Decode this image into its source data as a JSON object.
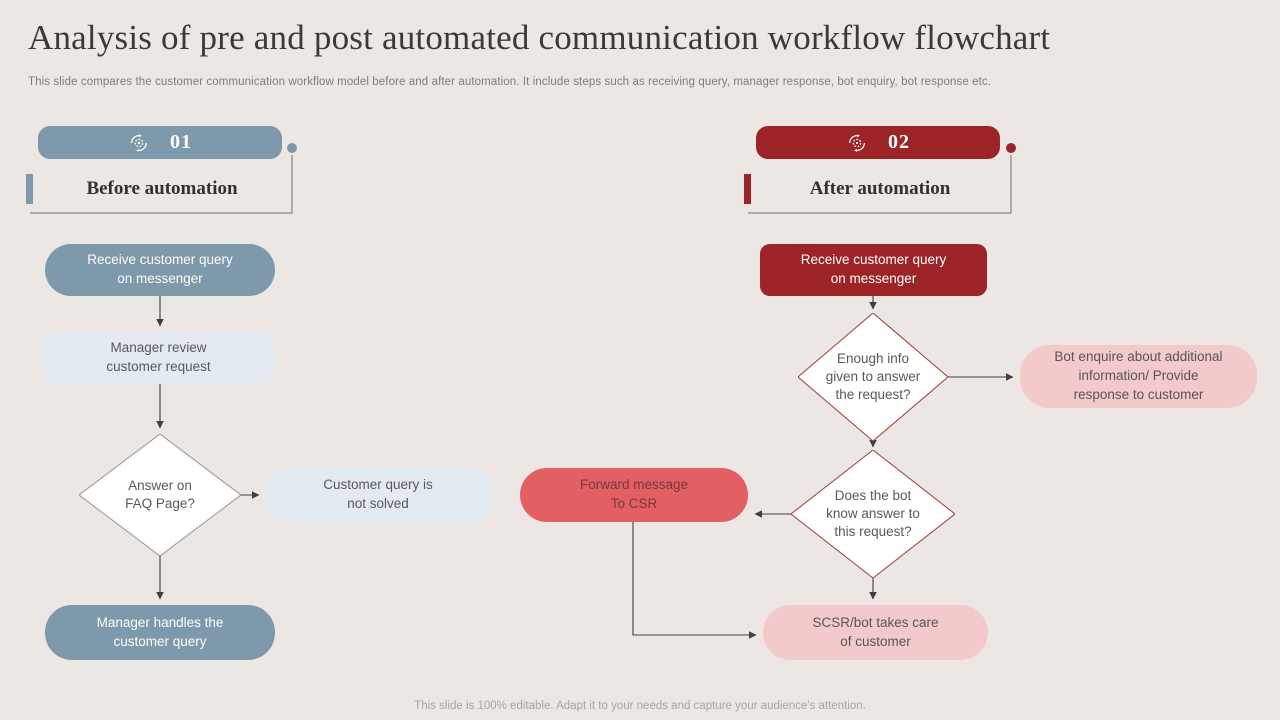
{
  "slide": {
    "title": "Analysis of pre and post automated communication workflow flowchart",
    "subtitle": "This slide compares the customer communication workflow model before and after automation. It include steps such as receiving query, manager response, bot enquiry, bot response etc.",
    "footer": "This slide is 100% editable. Adapt it to your needs and capture your audience's attention."
  },
  "colors": {
    "background": "#ece7e3",
    "steel_blue": "#7e99ac",
    "soft_blue": "#e3eaf1",
    "dark_red": "#9c2428",
    "pink": "#f3c9cb",
    "salmon": "#e25f63",
    "connector": "#3f3f3f"
  },
  "before": {
    "badge_number": "01",
    "heading": "Before automation",
    "nodes": {
      "receive": "Receive customer query\non messenger",
      "review": "Manager review\ncustomer request",
      "decision": "Answer on\nFAQ Page?",
      "not_solved": "Customer query is\nnot solved",
      "handles": "Manager handles the\ncustomer query"
    }
  },
  "after": {
    "badge_number": "02",
    "heading": "After automation",
    "nodes": {
      "receive": "Receive customer query\non messenger",
      "enough_info": "Enough info\ngiven to answer\nthe request?",
      "bot_enquire": "Bot enquire about additional\ninformation/ Provide\nresponse to customer",
      "knows_answer": "Does the bot\nknow answer to\nthis request?",
      "forward": "Forward message\nTo CSR",
      "scsr": "SCSR/bot takes care\nof customer"
    }
  }
}
